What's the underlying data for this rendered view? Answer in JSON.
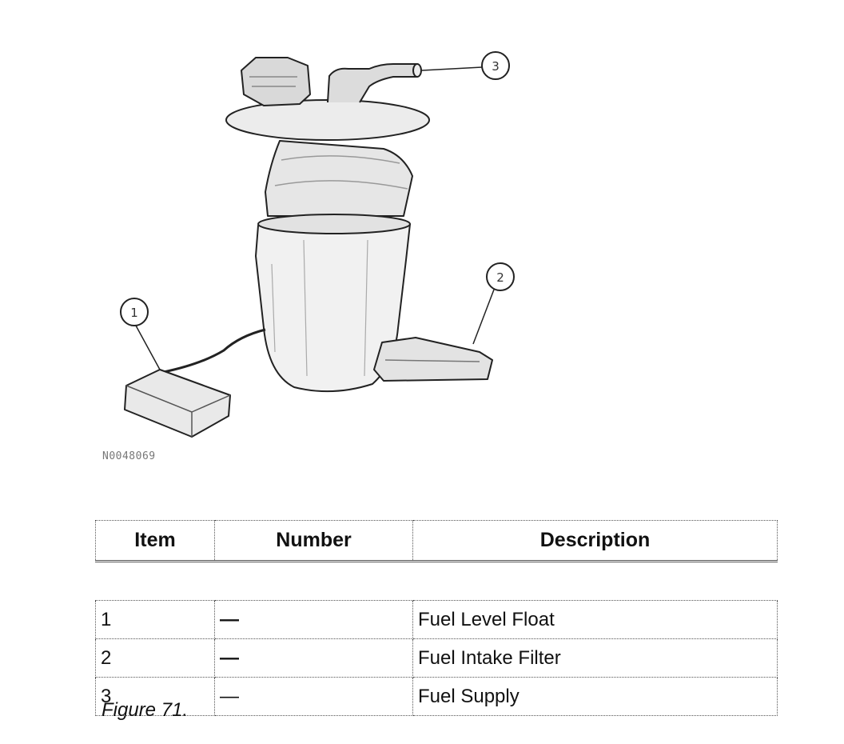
{
  "figure": {
    "image_code": "N0048069",
    "callouts": [
      "1",
      "2",
      "3"
    ],
    "caption": "Figure 71."
  },
  "table": {
    "headers": {
      "item": "Item",
      "number": "Number",
      "description": "Description"
    },
    "rows": [
      {
        "item": "1",
        "number": "—",
        "description": "Fuel Level Float"
      },
      {
        "item": "2",
        "number": "—",
        "description": "Fuel Intake Filter"
      },
      {
        "item": "3",
        "number": "—",
        "description": "Fuel Supply"
      }
    ]
  }
}
